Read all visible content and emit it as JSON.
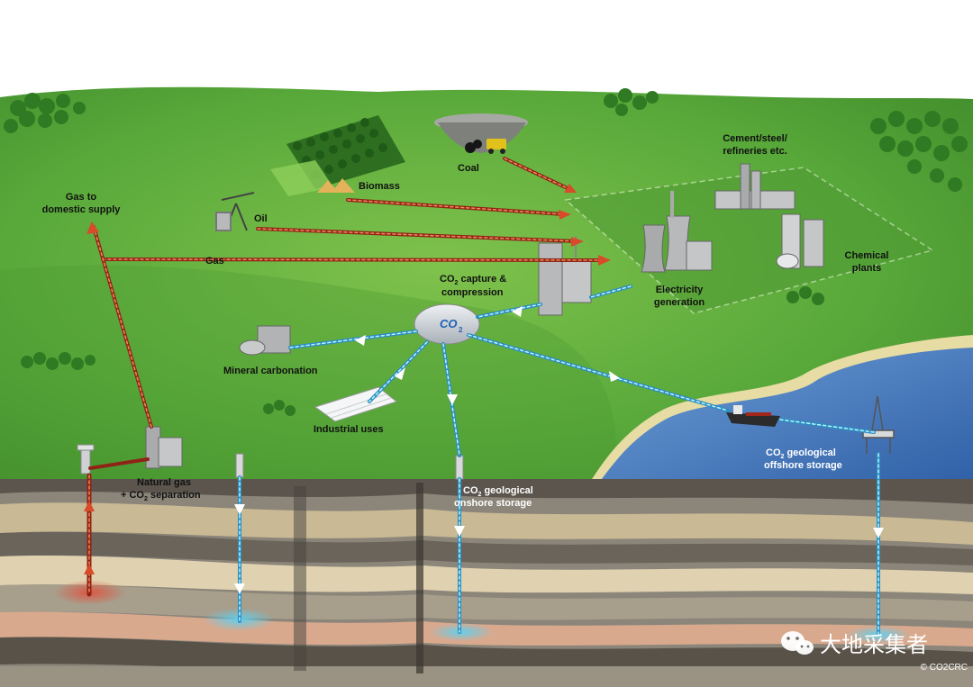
{
  "labels": {
    "coal": "Coal",
    "biomass": "Biomass",
    "oil": "Oil",
    "gas": "Gas",
    "gas_to_domestic_1": "Gas to",
    "gas_to_domestic_2": "domestic supply",
    "cement_1": "Cement/steel/",
    "cement_2": "refineries etc.",
    "chemical_1": "Chemical",
    "chemical_2": "plants",
    "electricity_1": "Electricity",
    "electricity_2": "generation",
    "capture_co": "CO",
    "capture_sub": "2",
    "capture_rest": " capture &",
    "capture_2": "compression",
    "co2_tank_co": "CO",
    "co2_tank_sub": "2",
    "mineral": "Mineral carbonation",
    "industrial": "Industrial uses",
    "natgas_1": "Natural gas",
    "natgas_2_pre": "+ CO",
    "natgas_2_sub": "2",
    "natgas_2_post": " separation",
    "onshore_co": "CO",
    "onshore_sub": "2",
    "onshore_rest": " geological",
    "onshore_2": "onshore storage",
    "offshore_co": "CO",
    "offshore_sub": "2",
    "offshore_rest": " geological",
    "offshore_2": "offshore storage"
  },
  "watermark": {
    "text": "大地采集者",
    "icon": "wechat-icon"
  },
  "copyright": "© CO2CRC",
  "colors": {
    "grass": "#58a83a",
    "grass_dark": "#2f7a22",
    "sea": "#3f74b8",
    "flow_red": "#c83a28",
    "flow_blue": "#7fd8f0",
    "building": "#b7b9bb",
    "rock_dark": "#55504a",
    "rock_light": "#d8c9a8"
  }
}
